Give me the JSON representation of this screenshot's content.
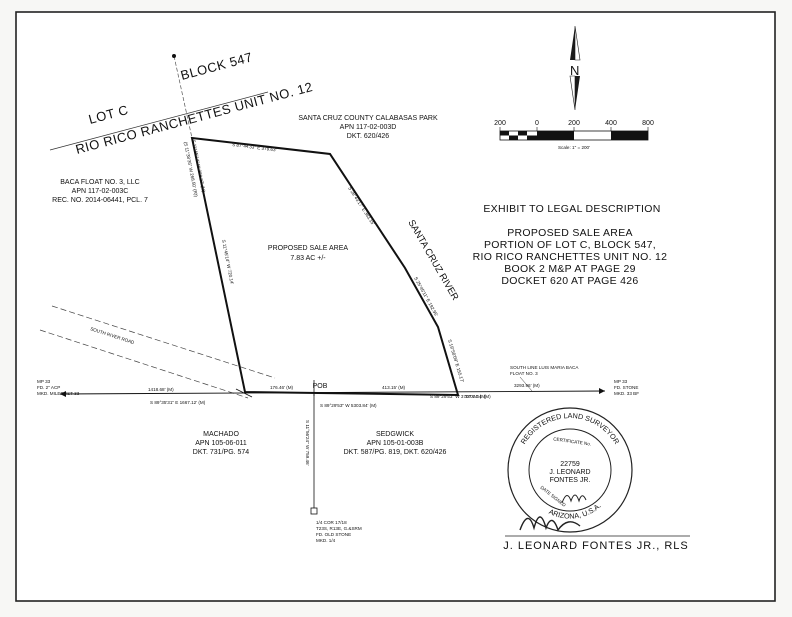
{
  "labels": {
    "block": "BLOCK 547",
    "lot": "LOT C",
    "subdivision": "RIO RICO RANCHETTES UNIT NO. 12",
    "park_name": "SANTA CRUZ COUNTY CALABASAS PARK",
    "park_apn": "APN 117-02-003D",
    "park_dkt": "DKT. 620/426",
    "baca_name": "BACA FLOAT NO. 3, LLC",
    "baca_apn": "APN 117-02-003C",
    "baca_rec": "REC. NO. 2014-06441, PCL. 7",
    "sale_title": "PROPOSED SALE AREA",
    "sale_acres": "7.83 AC +/-",
    "river": "SANTA CRUZ RIVER",
    "road": "SOUTH RIVER ROAD",
    "machado_name": "MACHADO",
    "machado_apn": "APN 105-06-011",
    "machado_dkt": "DKT. 731/PG. 574",
    "sedgwick_name": "SEDGWICK",
    "sedgwick_apn": "APN 105-01-003B",
    "sedgwick_dkt": "DKT. 587/PG. 819, DKT. 620/426",
    "pob": "POB",
    "south_line": "SOUTH LINE LUIS MARIA BACA",
    "south_line_2": "FLOAT NO. 3",
    "mp_left_1": "MP 33",
    "mp_left_2": "FD. 2\" ACP",
    "mp_left_3": "MKD. MILEPOST 33",
    "mp_right_1": "MP 33",
    "mp_right_2": "FD. STONE",
    "mp_right_3": "MKD. 33 BF",
    "corner_1": "1/4 COR 17/18",
    "corner_2": "T23S, R13E, G.&SRM",
    "corner_3": "FD. OLD STONE",
    "corner_4": "MKD. 1/4"
  },
  "bearings": {
    "b_top": "S 87°44'33\" E   379.63'",
    "b_ne": "S 28°43'17\" E   383.15'",
    "b_e1": "S 25°45'11\" E   192.95'",
    "b_e2": "S 19°58'09\" E   155.17'",
    "b_w": "S 11°45'14\" W   720.14'",
    "b_nw1": "S 11°45'14\" W   268.37' (M)",
    "b_nw2": "(S 11°38'36\" W   268.50' (R))",
    "b_s1": "176.46' (M)",
    "b_s2": "413.15' (M)",
    "b_s3": "3707.54' (M)",
    "b_s4": "1418.68' (M)",
    "b_s5": "S 89°35'31\" E   1667.12' (M)",
    "b_s6": "S 89°29'53\" W   5303.84' (M)",
    "b_s7": "S 89°29'53\" W   3707.54' (M)",
    "b_s8": "3293.96' (M)",
    "b_v": "S 11°56'24\" W   759.46'"
  },
  "scale": {
    "ticks": [
      "200",
      "0",
      "200",
      "400",
      "800"
    ],
    "label": "Scale: 1\" = 200'",
    "north": "N"
  },
  "exhibit": {
    "title": "EXHIBIT TO LEGAL DESCRIPTION",
    "lines": [
      "PROPOSED SALE AREA",
      "PORTION OF LOT C, BLOCK 547,",
      "RIO RICO RANCHETTES UNIT NO. 12",
      "BOOK 2 M&P AT PAGE 29",
      "DOCKET 620 AT PAGE 426"
    ]
  },
  "seal": {
    "top_text": "REGISTERED LAND SURVEYOR",
    "cert_text": "CERTIFICATE No.",
    "number": "22759",
    "name_1": "J. LEONARD",
    "name_2": "FONTES JR.",
    "bottom_text": "ARIZONA, U.S.A.",
    "date_signed": "DATE SIGNED",
    "signature": "J. LEONARD FONTES JR., RLS"
  }
}
